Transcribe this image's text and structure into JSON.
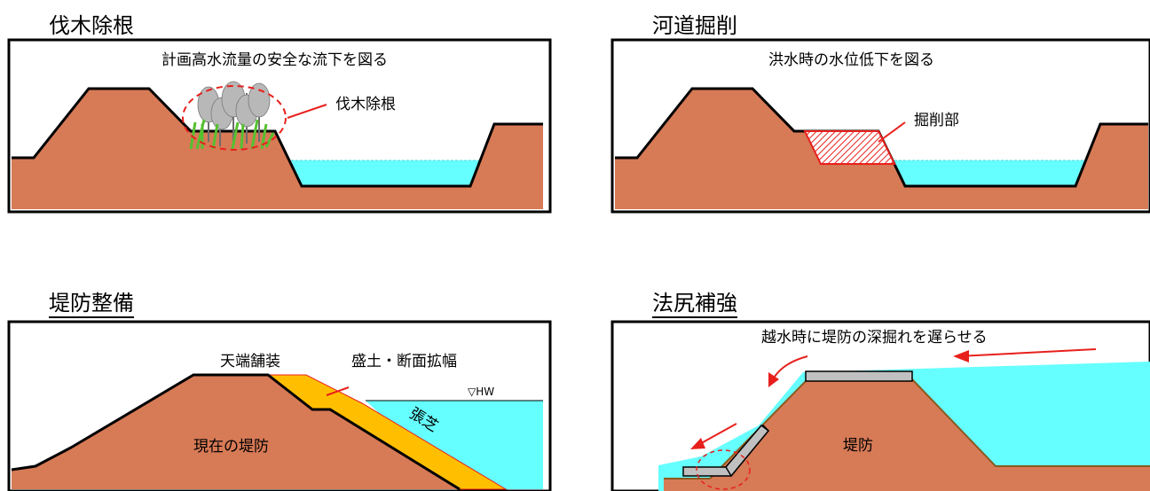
{
  "panels": {
    "tree_removal": {
      "title": "伐木除根",
      "caption": "計画高水流量の安全な流下を図る",
      "callout": "伐木除根"
    },
    "excavation": {
      "title": "河道掘削",
      "caption": "洪水時の水位低下を図る",
      "callout": "掘削部"
    },
    "levee": {
      "title": "堤防整備",
      "paving_label": "天端舗装",
      "widening_label": "盛土・断面拡幅",
      "hw_label": "▽HW",
      "turf_label": "張芝",
      "levee_label": "現在の堤防"
    },
    "toe": {
      "title": "法尻補強",
      "caption": "越水時に堤防の深掘れを遅らせる",
      "levee_label": "堤防"
    }
  },
  "colors": {
    "soil": "#d77a56",
    "water": "#66ffff",
    "fill": "#ffbf00",
    "arrow": "#e8201c",
    "concrete": "#c0c0c0"
  }
}
